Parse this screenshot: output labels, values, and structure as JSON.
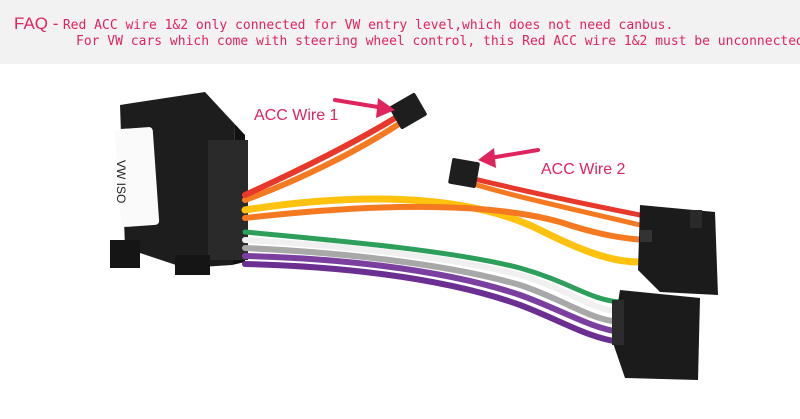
{
  "faq": {
    "tag": "FAQ -",
    "line1": "Red ACC wire 1&2 only connected for VW entry level,which does not need canbus.",
    "line2": "For VW cars which come with steering wheel control, this Red ACC wire 1&2 must be unconnected"
  },
  "labels": {
    "acc_wire_1": "ACC Wire 1",
    "acc_wire_2": "ACC Wire 2",
    "vw_iso": "VW ISO"
  },
  "colors": {
    "accent": "#e0245e",
    "red_wire": "#e8382b",
    "orange_wire": "#f47920",
    "yellow_wire": "#ffc20e",
    "green_wire": "#2e9e5b",
    "purple_wire": "#7b3fa0",
    "grey_wire": "#a8a8a8",
    "white_wire": "#f4f4f4",
    "connector": "#222222"
  }
}
